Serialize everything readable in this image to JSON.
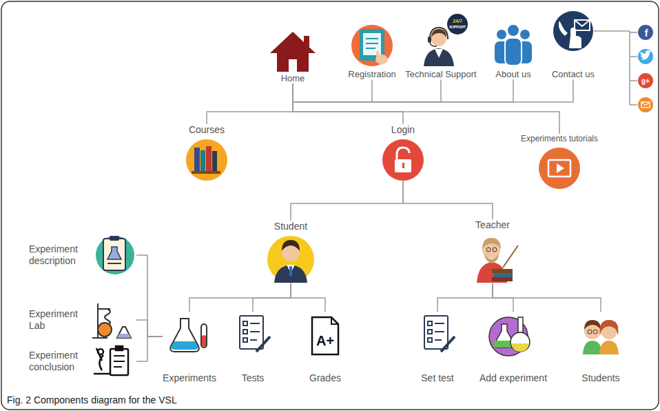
{
  "diagram": {
    "caption": "Fig. 2 Components diagram for the VSL",
    "nodes": [
      {
        "text": [
          "Home"
        ]
      },
      {
        "text": [
          "Registration"
        ]
      },
      {
        "text": [
          "Technical Support"
        ]
      },
      {
        "text": [
          "About us"
        ]
      },
      {
        "text": [
          "Contact us"
        ]
      },
      {
        "text": [
          "Courses"
        ]
      },
      {
        "text": [
          "Login"
        ]
      },
      {
        "text": [
          "Experiments tutorials"
        ]
      },
      {
        "text": [
          "Student"
        ]
      },
      {
        "text": [
          "Teacher"
        ]
      },
      {
        "text": [
          "Experiments"
        ]
      },
      {
        "text": [
          "Tests"
        ]
      },
      {
        "text": [
          "Grades"
        ]
      },
      {
        "text": [
          "Set test"
        ]
      },
      {
        "text": [
          "Add experiment"
        ]
      },
      {
        "text": [
          "Students"
        ]
      },
      {
        "text": [
          "Experiment description"
        ]
      },
      {
        "text": [
          "Experiment Lab"
        ]
      },
      {
        "text": [
          "Experiment conclusion"
        ]
      }
    ],
    "edges": [
      {
        "from": 0,
        "to": 1,
        "arrow": "none"
      },
      {
        "from": 0,
        "to": 2,
        "arrow": "none"
      },
      {
        "from": 0,
        "to": 3,
        "arrow": "none"
      },
      {
        "from": 0,
        "to": 4,
        "arrow": "none"
      },
      {
        "from": 0,
        "to": 5,
        "arrow": "none"
      },
      {
        "from": 0,
        "to": 6,
        "arrow": "none"
      },
      {
        "from": 0,
        "to": 7,
        "arrow": "none"
      },
      {
        "from": 6,
        "to": 8,
        "arrow": "none"
      },
      {
        "from": 6,
        "to": 9,
        "arrow": "none"
      },
      {
        "from": 8,
        "to": 10,
        "arrow": "none"
      },
      {
        "from": 8,
        "to": 11,
        "arrow": "none"
      },
      {
        "from": 8,
        "to": 12,
        "arrow": "none"
      },
      {
        "from": 9,
        "to": 13,
        "arrow": "none"
      },
      {
        "from": 9,
        "to": 14,
        "arrow": "none"
      },
      {
        "from": 9,
        "to": 15,
        "arrow": "none"
      },
      {
        "from": 10,
        "to": 16,
        "arrow": "none"
      },
      {
        "from": 10,
        "to": 17,
        "arrow": "none"
      },
      {
        "from": 10,
        "to": 18,
        "arrow": "none"
      }
    ],
    "labels": [
      "24/7",
      "SUPPORT",
      "A+",
      "f",
      "g+"
    ]
  }
}
